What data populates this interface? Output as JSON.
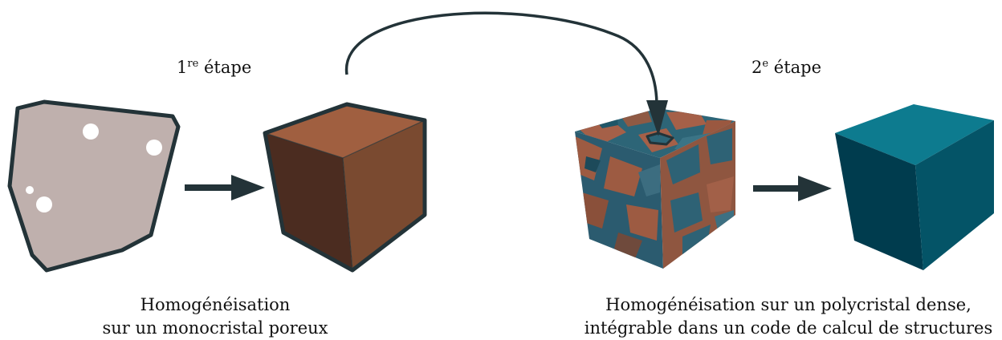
{
  "step1": {
    "number": "1",
    "sup": "re",
    "word": "étape"
  },
  "step2": {
    "number": "2",
    "sup": "e",
    "word": "étape"
  },
  "caption_left": {
    "line1": "Homogénéisation",
    "line2": "sur un monocristal poreux"
  },
  "caption_right": {
    "line1": "Homogénéisation sur un polycristal dense,",
    "line2": "intégrable dans un code de calcul de structures"
  },
  "colors": {
    "outline": "#233338",
    "porous_fill": "#bfb0ad",
    "brown_top": "#a05f40",
    "brown_left": "#4b2c20",
    "brown_right": "#7a4a30",
    "teal_top": "#0d7b8f",
    "teal_left": "#003c4e",
    "teal_right": "#045467",
    "grain_blue": "#2b5b6f",
    "grain_orange": "#9d5b42"
  }
}
